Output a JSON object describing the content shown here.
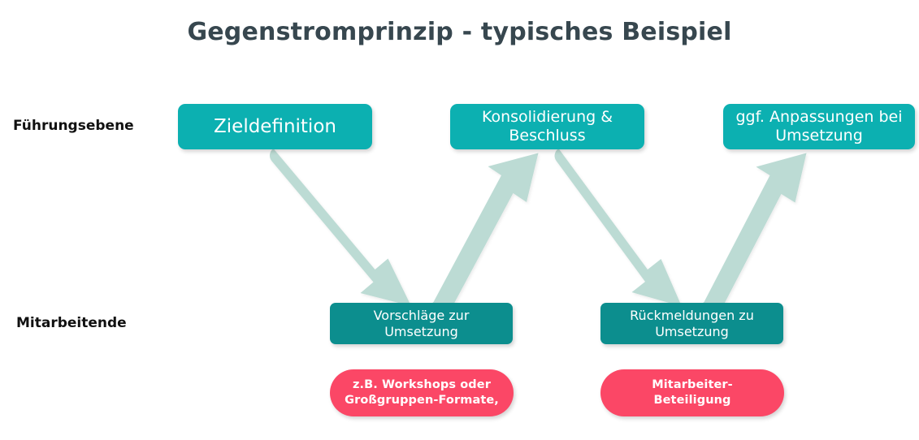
{
  "page": {
    "title": "Gegenstromprinzip - typisches Beispiel",
    "background_color": "#ffffff"
  },
  "colors": {
    "title_text": "#37474f",
    "top_box": "#0CB0B1",
    "mid_box": "#0C8E8E",
    "pill": "#FB4766",
    "arrow": "#BCDBD4",
    "box_text": "#ffffff",
    "row_label_text": "#111111"
  },
  "row_labels": [
    {
      "key": "fuehrungsebene",
      "label": "Führungsebene"
    },
    {
      "key": "mitarbeitende",
      "label": "Mitarbeitende"
    }
  ],
  "nodes": {
    "top": [
      {
        "key": "zieldefinition",
        "label": "Zieldefinition"
      },
      {
        "key": "konsolidierung",
        "label": "Konsolidierung &\nBeschluss"
      },
      {
        "key": "anpassungen",
        "label": "ggf. Anpassungen bei\nUmsetzung"
      }
    ],
    "mid": [
      {
        "key": "vorschlaege",
        "label": "Vorschläge zur\nUmsetzung"
      },
      {
        "key": "rueckmeldungen",
        "label": "Rückmeldungen zu\nUmsetzung"
      }
    ],
    "pills": [
      {
        "key": "workshops",
        "label": "z.B. Workshops oder\nGroßgruppen-Formate,"
      },
      {
        "key": "beteiligung",
        "label": "Mitarbeiter-\nBeteiligung"
      }
    ]
  },
  "arrows": [
    {
      "key": "arrow-zieldefinition-to-vorschlaege",
      "from": "zieldefinition",
      "to": "vorschlaege",
      "direction": "down-right"
    },
    {
      "key": "arrow-vorschlaege-to-konsolidierung",
      "from": "vorschlaege",
      "to": "konsolidierung",
      "direction": "up-right"
    },
    {
      "key": "arrow-konsolidierung-to-rueckmeldungen",
      "from": "konsolidierung",
      "to": "rueckmeldungen",
      "direction": "down-right"
    },
    {
      "key": "arrow-rueckmeldungen-to-anpassungen",
      "from": "rueckmeldungen",
      "to": "anpassungen",
      "direction": "up-right"
    }
  ]
}
